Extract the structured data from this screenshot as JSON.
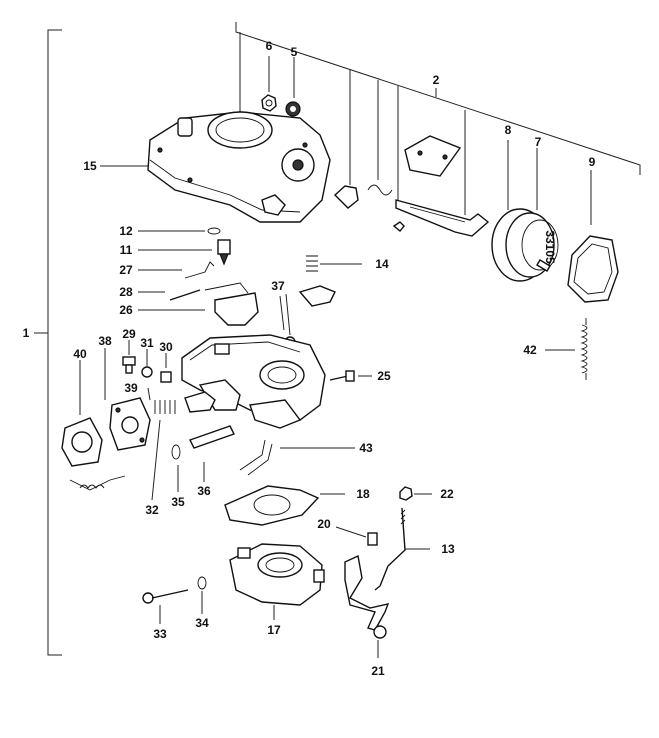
{
  "labels": {
    "l1": "1",
    "l2": "2",
    "l5": "5",
    "l6": "6",
    "l7": "7",
    "l8": "8",
    "l9": "9",
    "l11": "11",
    "l12": "12",
    "l13": "13",
    "l14": "14",
    "l15": "15",
    "l17": "17",
    "l18": "18",
    "l20": "20",
    "l21": "21",
    "l22": "22",
    "l25": "25",
    "l26": "26",
    "l27": "27",
    "l28": "28",
    "l29": "29",
    "l30": "30",
    "l31": "31",
    "l32": "32",
    "l33": "33",
    "l34": "34",
    "l35": "35",
    "l36": "36",
    "l37": "37",
    "l38": "38",
    "l39": "39",
    "l40": "40",
    "l42": "42",
    "l43": "43"
  },
  "stamp": "33105"
}
